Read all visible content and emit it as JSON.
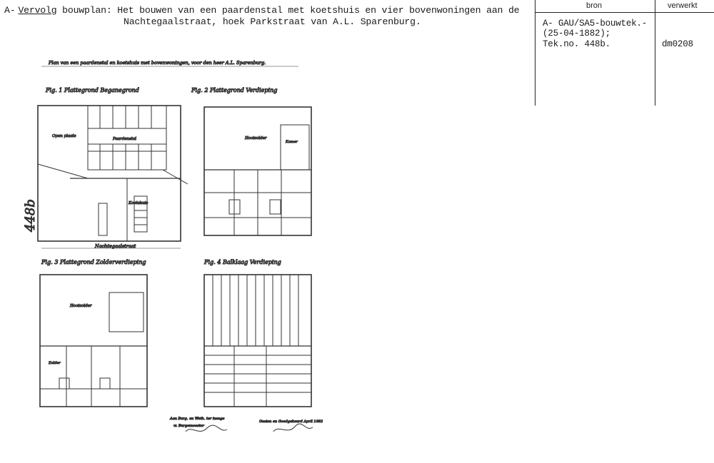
{
  "header": {
    "prefix": "A-",
    "vervolg": "Vervolg",
    "line1_rest": " bouwplan: Het bouwen van een paardenstal met koetshuis en vier bovenwoningen aan de",
    "line2": "Nachtegaalstraat, hoek Parkstraat van A.L. Sparenburg."
  },
  "meta": {
    "bron_header": "bron",
    "verwerkt_header": "verwerkt",
    "bron_lines": [
      "A- GAU/SA5-bouwtek.-",
      "(25-04-1882);",
      "Tek.no. 448b."
    ],
    "verwerkt_value": "dm0208"
  },
  "drawing": {
    "number": "448b",
    "plan_title": "Plan van een paardenstal en koetshuis met bovenwoningen, voor den heer A.L. Sparenburg.",
    "fig1": "Fig. 1 Plattegrond Beganegrond",
    "fig2": "Fig. 2 Plattegrond Verdieping",
    "fig3": "Fig. 3 Plattegrond Zolderverdieping",
    "fig4": "Fig. 4 Balklaag Verdieping",
    "street": "Nachtegaalstraat",
    "open_plaats": "Open plaats",
    "stal": "Paardenstal",
    "koetshuis": "Koetshuis",
    "hooizolder": "Hooizolder",
    "zolder": "Zolder",
    "kamer": "Kamer",
    "sig_left_1": "Aan Burg. en Weth. ter inzage",
    "sig_left_2": "w. Burgemeester",
    "sig_right": "Gezien en Goedgekeurd April 1882"
  }
}
